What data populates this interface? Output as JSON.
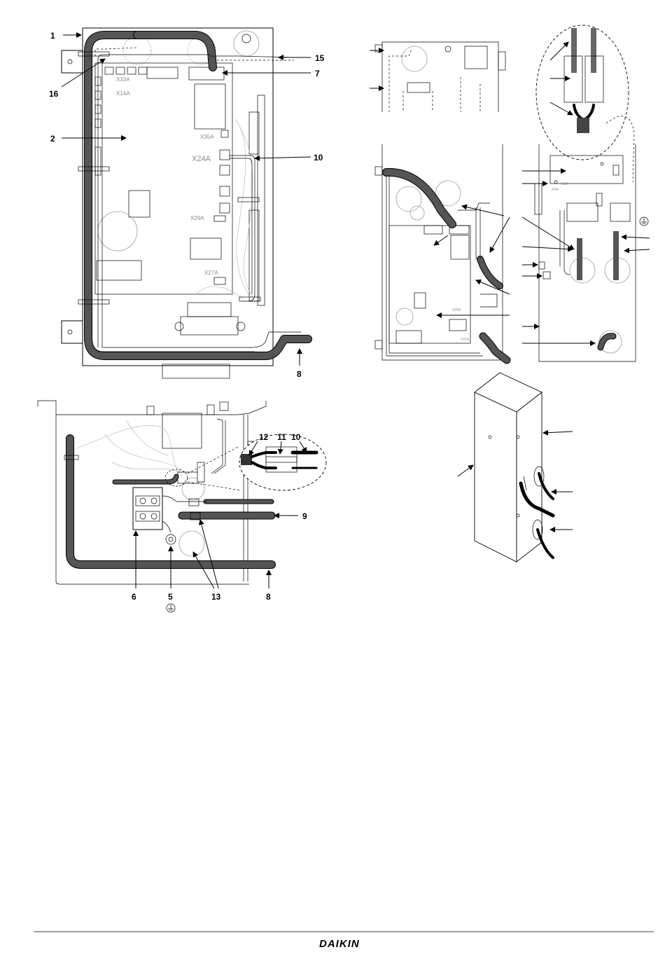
{
  "labels": {
    "l1": "1",
    "l16": "16",
    "l2": "2",
    "l15": "15",
    "l7": "7",
    "l10": "10",
    "l8": "8",
    "b12": "12",
    "b11": "11",
    "b10": "10",
    "b9": "9",
    "b6": "6",
    "b5": "5",
    "b13": "13",
    "b8": "8"
  },
  "pcb": {
    "x33a": "X33A",
    "x14a": "X14A",
    "x35a": "X35A",
    "x24a": "X24A",
    "x29a": "X29A",
    "x27a": "X27A",
    "s_x29a": "X29A",
    "s_x27a": "X27A",
    "s_x3a": "X3A",
    "s_x4a": "X4A"
  },
  "footer": {
    "logo": "DAIKIN"
  },
  "icons": [
    "ground-icon",
    "arrow-icon"
  ]
}
